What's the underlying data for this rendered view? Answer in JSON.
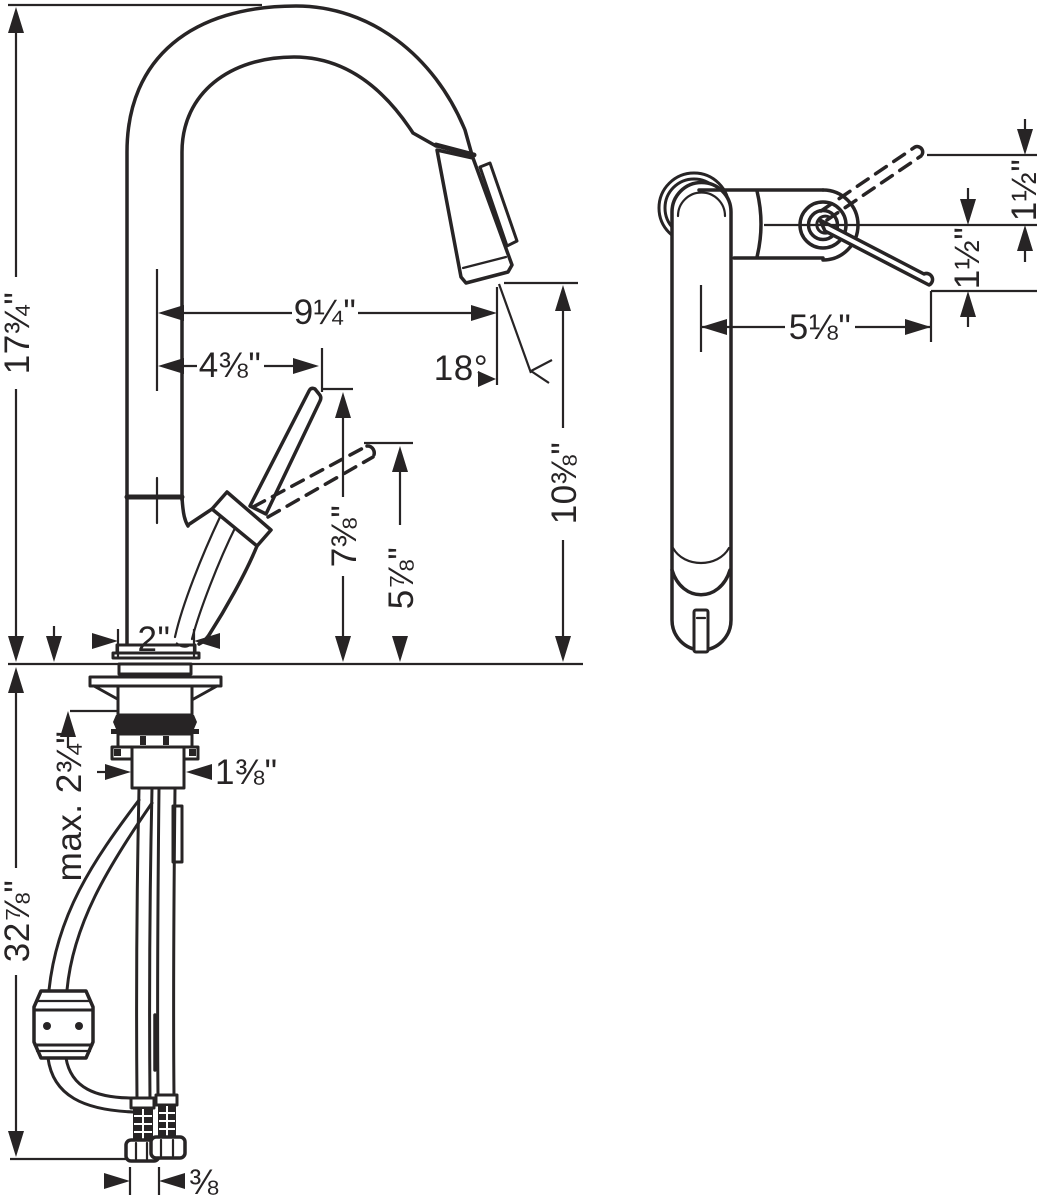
{
  "drawing": {
    "kind": "technical-dimension-diagram",
    "subject": "pull-down kitchen faucet with hose and counterweight, front and side views"
  },
  "colors": {
    "line": "#272425",
    "background": "#ffffff"
  },
  "labels": {
    "front": {
      "overall_height": "17¾\"",
      "spout_reach": "9¼\"",
      "handle_reach": "4⅜\"",
      "spray_angle": "18°",
      "outlet_height": "10⅜\"",
      "handle_height_up": "7⅜\"",
      "handle_height_down": "5⅞\"",
      "base_diameter": "2\"",
      "max_counter_thickness": "max. 2¾\"",
      "shank_diameter": "1⅜\"",
      "hose_length": "32⅞\"",
      "connection_size": "⅜"
    },
    "side": {
      "lever_up_travel": "1½\"",
      "lever_down_travel": "1½\"",
      "depth": "5⅛\""
    }
  }
}
